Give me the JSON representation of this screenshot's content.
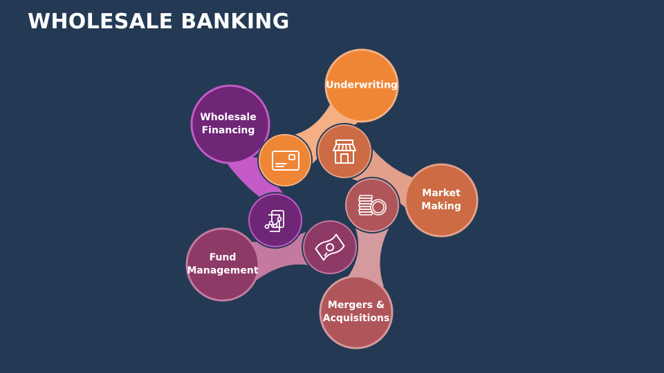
{
  "title": "WHOLESALE BANKING",
  "colors": {
    "background": "#243a54",
    "purple": "#6f2677",
    "purple_stem": "#c45bc8",
    "orange": "#ee8636",
    "orange_stem": "#f4b084",
    "rust": "#cd6b45",
    "rust_stem": "#e2a08a",
    "rose": "#b0565a",
    "rose_stem": "#d59a9d",
    "plum": "#8e3a66",
    "plum_stem": "#c47aa0"
  },
  "nodes": [
    {
      "label_line1": "Wholesale",
      "label_line2": "Financing",
      "icon": "chart-document-icon"
    },
    {
      "label_line1": "Underwriting",
      "label_line2": "",
      "icon": "card-icon"
    },
    {
      "label_line1": "Market",
      "label_line2": "Making",
      "icon": "store-icon"
    },
    {
      "label_line1": "Mergers &",
      "label_line2": "Acquisitions",
      "icon": "coins-icon"
    },
    {
      "label_line1": "Fund",
      "label_line2": "Management",
      "icon": "money-bill-icon"
    }
  ]
}
